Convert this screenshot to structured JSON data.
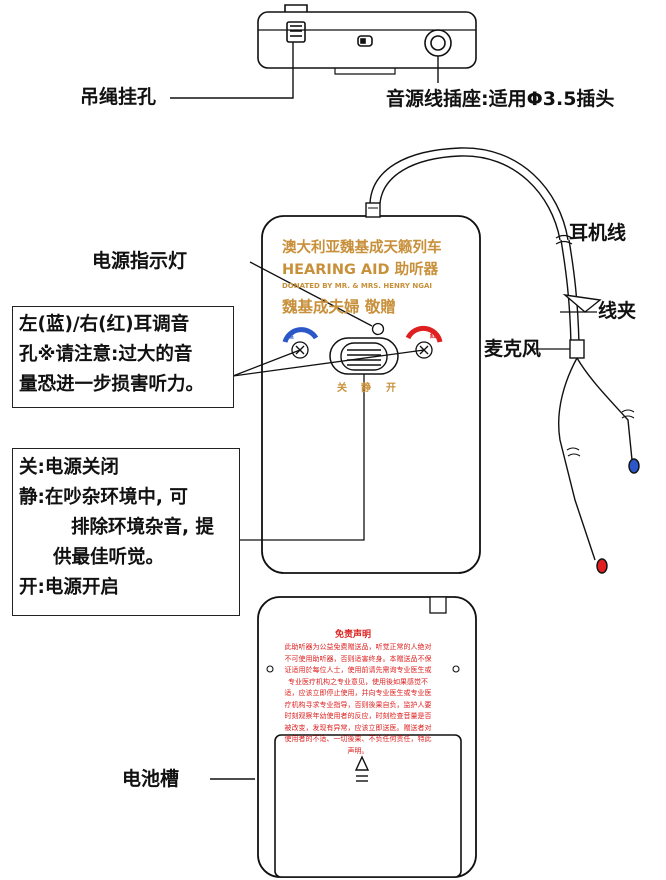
{
  "labels": {
    "lanyard_hole": "吊绳挂孔",
    "audio_jack": "音源线插座:适用Φ3.5插头",
    "earphone_cable": "耳机线",
    "cable_clip": "线夹",
    "microphone": "麦克风",
    "power_indicator": "电源指示灯",
    "battery_slot": "电池槽"
  },
  "volume_note": [
    "左(蓝)/右(红)耳调音",
    "孔※请注意:过大的音",
    "量恐进一步损害听力。"
  ],
  "switch_note": [
    "关:电源关闭",
    "静:在吵杂环境中, 可",
    "排除环境杂音, 提",
    "供最佳听觉。",
    "开:电源开启"
  ],
  "device_front": {
    "line1": "澳大利亚魏基成天籁列车",
    "line2": "HEARING AID 助听器",
    "line3": "DONATED BY MR. & MRS. HENRY NGAI",
    "line4": "魏基成夫婦  敬贈",
    "switch_labels": [
      "关",
      "静",
      "开"
    ],
    "dial_left": "蓝",
    "dial_right": "紅",
    "accent_gold": "#c8903a",
    "blue": "#2b57c9",
    "red": "#e02020"
  },
  "back_disclaimer": {
    "title": "免责声明",
    "text": "此助听器为公益免费赠送品，听觉正常的人绝对不可使用助听器，否则适害终身。本赠送品不保证适用於每位人士，使用前请先需询专业医生或专业医疗机构之专业意见，使用後如果感觉不适，应该立即停止使用，并向专业医生或专业医疗机构寻求专业指导，否则後果自负，监护人要时刻观察年幼使用者的反应，时刻检查音量是否被改变，发现有异常，应该立即送医。赠送者对使用者的不适、一切後果、不负任何责任，特此声明。"
  }
}
